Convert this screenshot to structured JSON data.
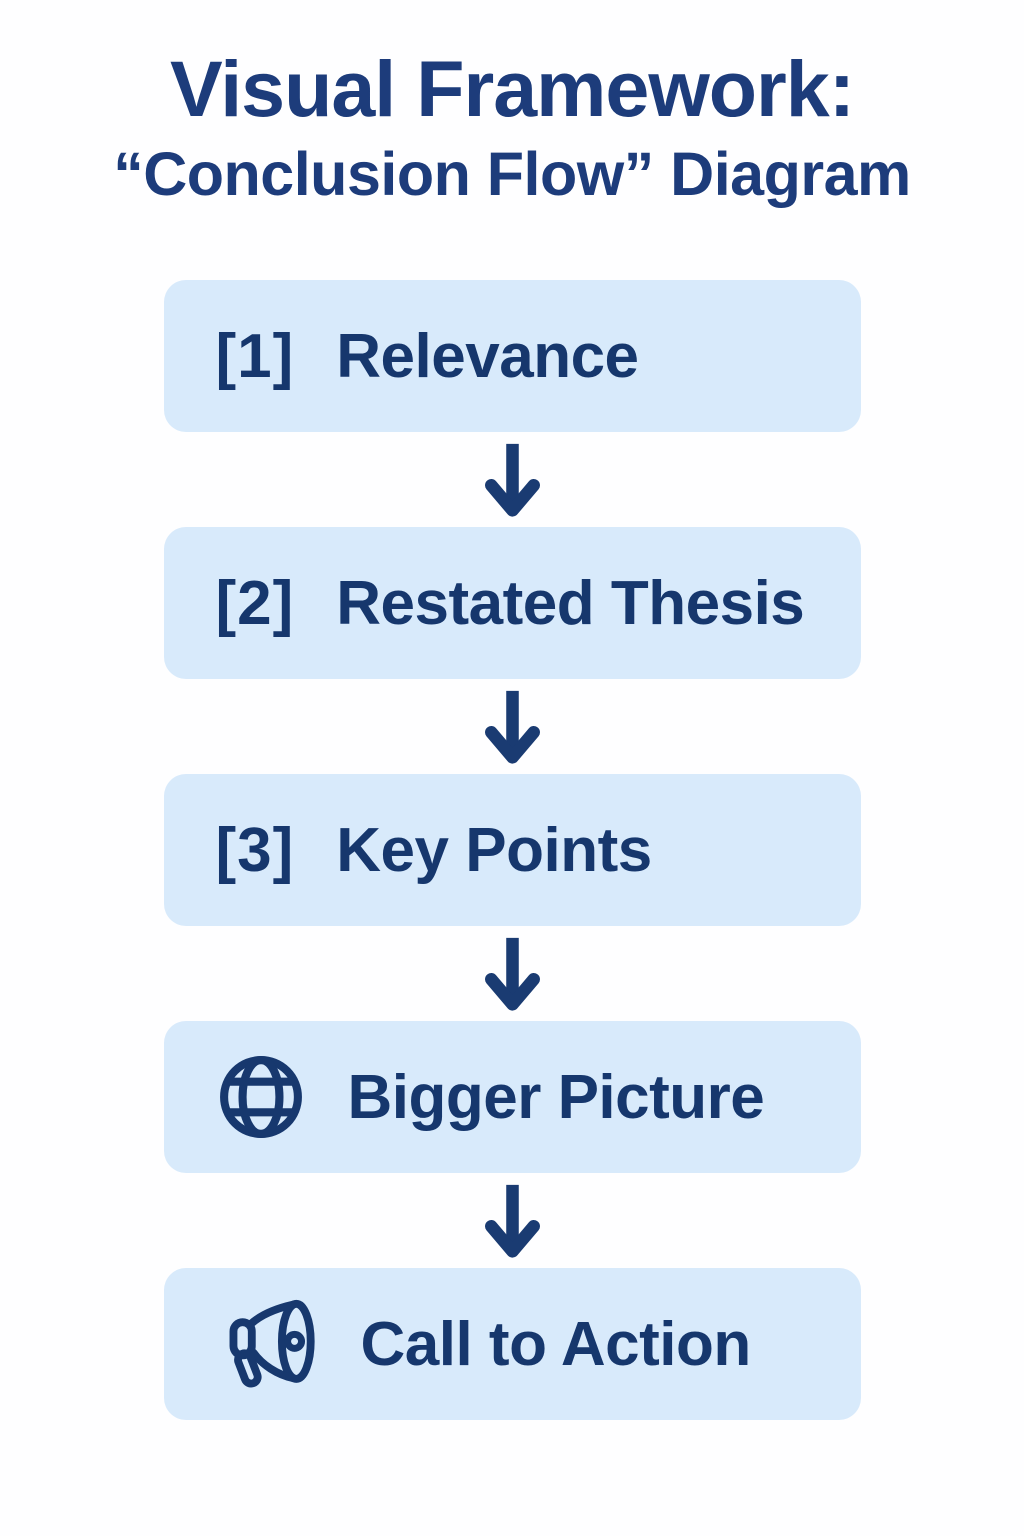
{
  "page": {
    "title_line1": "Visual Framework:",
    "title_line2": "“Conclusion Flow” Diagram"
  },
  "steps": [
    {
      "prefix": "[1]",
      "label": "Relevance"
    },
    {
      "prefix": "[2]",
      "label": "Restated Thesis"
    },
    {
      "prefix": "[3]",
      "label": "Key Points"
    },
    {
      "icon": "globe-icon",
      "label": "Bigger Picture"
    },
    {
      "icon": "megaphone-icon",
      "label": "Call to Action"
    }
  ],
  "connectors": {
    "arrow_icon": "down-arrow-icon"
  },
  "colors": {
    "background": "#FFFFFF",
    "box_fill": "#D8EAFB",
    "title_navy": "#1D3C7B",
    "text_navy": "#16376D",
    "icon_navy": "#17386E",
    "arrow_navy": "#1A3B72"
  }
}
